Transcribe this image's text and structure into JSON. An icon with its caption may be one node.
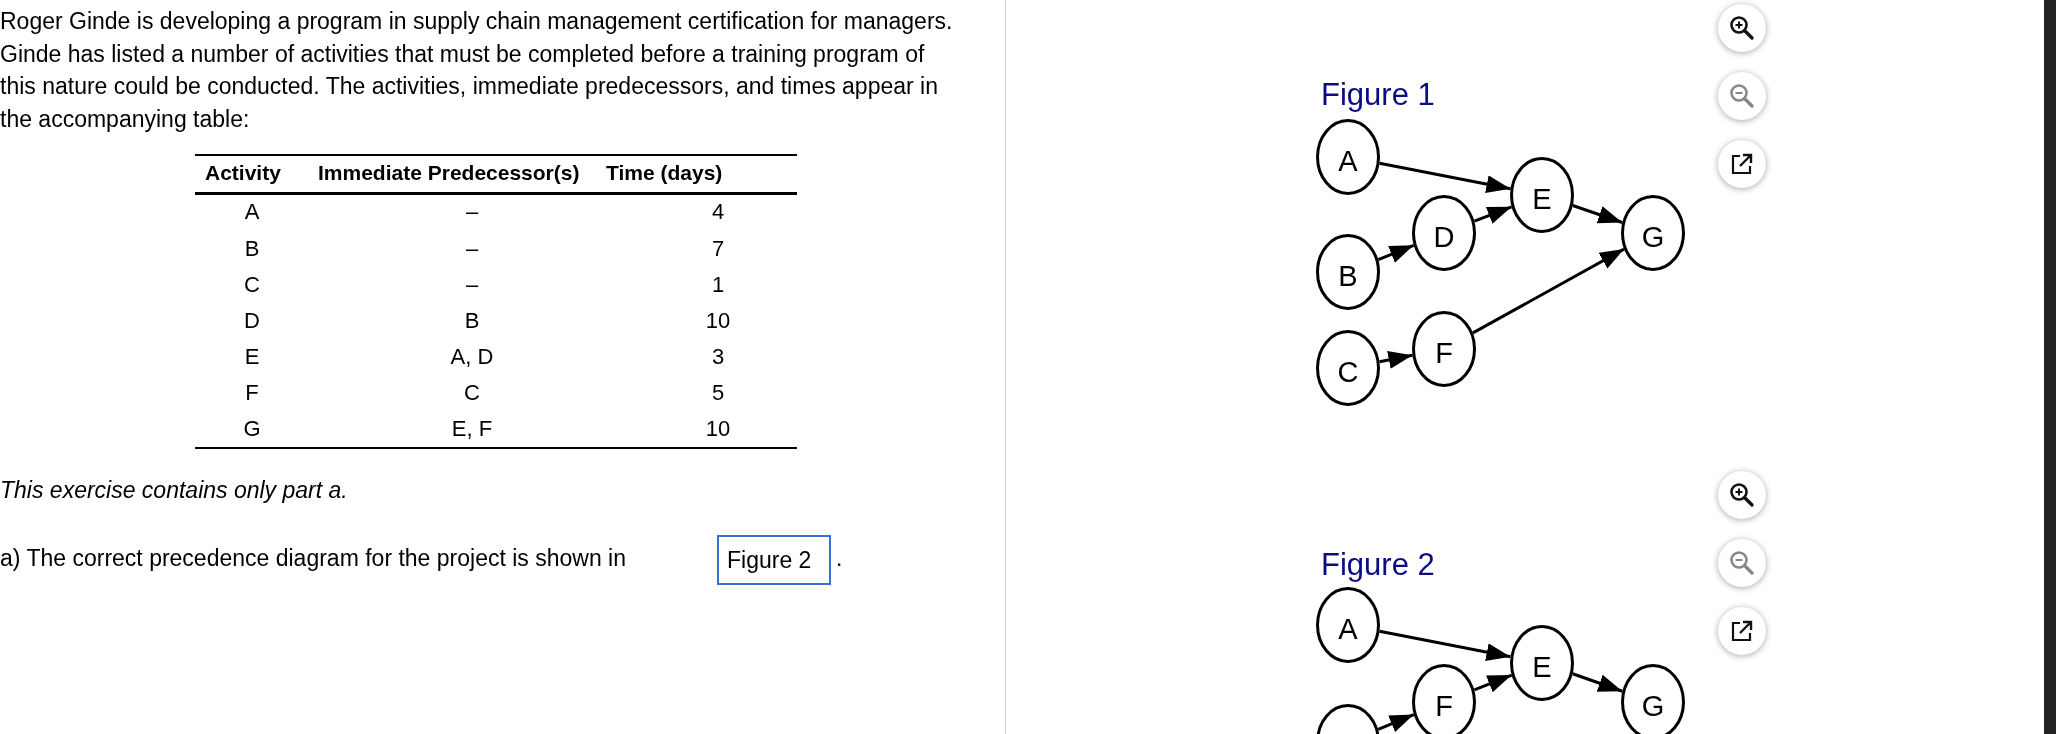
{
  "diagram": {
    "nodes": [
      {
        "text": [
          "A"
        ]
      },
      {
        "text": [
          "B"
        ]
      },
      {
        "text": [
          "C"
        ]
      },
      {
        "text": [
          "D"
        ]
      },
      {
        "text": [
          "E"
        ]
      },
      {
        "text": [
          "F"
        ]
      },
      {
        "text": [
          "G"
        ]
      },
      {
        "text": [
          "A"
        ]
      },
      {
        "text": [
          "E"
        ]
      },
      {
        "text": [
          "F"
        ]
      },
      {
        "text": [
          "G"
        ]
      },
      {
        "text": [],
        "shape": "circle"
      }
    ],
    "edges": [
      {
        "from": 0,
        "to": 4,
        "arrow": "to"
      },
      {
        "from": 1,
        "to": 3,
        "arrow": "to"
      },
      {
        "from": 3,
        "to": 4,
        "arrow": "to"
      },
      {
        "from": 4,
        "to": 6,
        "arrow": "to"
      },
      {
        "from": 2,
        "to": 5,
        "arrow": "to"
      },
      {
        "from": 5,
        "to": 6,
        "arrow": "to"
      },
      {
        "from": 7,
        "to": 8,
        "arrow": "to"
      },
      {
        "from": 9,
        "to": 8,
        "arrow": "to"
      },
      {
        "from": 8,
        "to": 10,
        "arrow": "to"
      },
      {
        "from": 11,
        "to": 9,
        "arrow": "to"
      }
    ],
    "labels": [
      "Roger Ginde is developing a program in supply chain management certification for managers. Ginde has listed a number of activities that must be completed before a training program of this nature could be conducted. The activities, immediate predecessors, and times appear in the accompanying table:",
      "Activity",
      "Immediate Predecessor(s)",
      "Time (days)",
      "A",
      "–",
      "4",
      "B",
      "–",
      "7",
      "C",
      "–",
      "1",
      "D",
      "B",
      "10",
      "E",
      "A, D",
      "3",
      "F",
      "C",
      "5",
      "G",
      "E, F",
      "10",
      "This exercise contains only part a.",
      "a) The correct precedence diagram for the project is shown in",
      "Figure 2",
      ".",
      "Figure 1",
      "Figure 2"
    ]
  }
}
